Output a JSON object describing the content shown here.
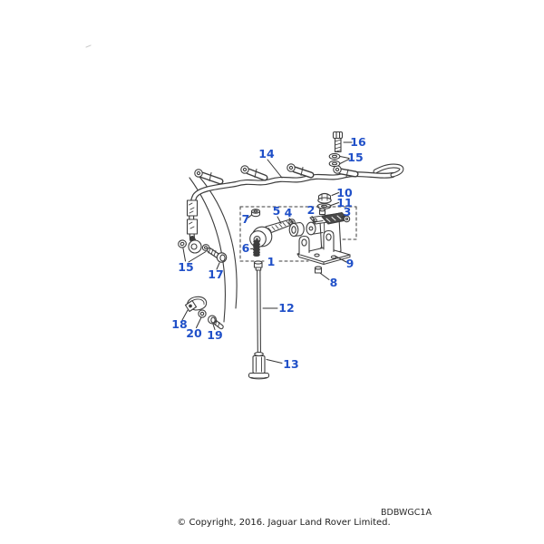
{
  "diagram": {
    "kind": "exploded-parts-diagram",
    "accent_color": "#2050c8",
    "line_color": "#3d3d3d"
  },
  "callouts": {
    "c1": {
      "label": "1"
    },
    "c2": {
      "label": "2"
    },
    "c3": {
      "label": "3"
    },
    "c4": {
      "label": "4"
    },
    "c5": {
      "label": "5"
    },
    "c6": {
      "label": "6"
    },
    "c7": {
      "label": "7"
    },
    "c8": {
      "label": "8"
    },
    "c9": {
      "label": "9"
    },
    "c10": {
      "label": "10"
    },
    "c11": {
      "label": "11"
    },
    "c12": {
      "label": "12"
    },
    "c13": {
      "label": "13"
    },
    "c14": {
      "label": "14"
    },
    "c15_top": {
      "label": "15"
    },
    "c15_left": {
      "label": "15"
    },
    "c16": {
      "label": "16"
    },
    "c17": {
      "label": "17"
    },
    "c18": {
      "label": "18"
    },
    "c19": {
      "label": "19"
    },
    "c20": {
      "label": "20"
    }
  },
  "footer": {
    "copyright": "© Copyright, 2016. Jaguar Land Rover Limited.",
    "drawing_code": "BDBWGC1A"
  }
}
